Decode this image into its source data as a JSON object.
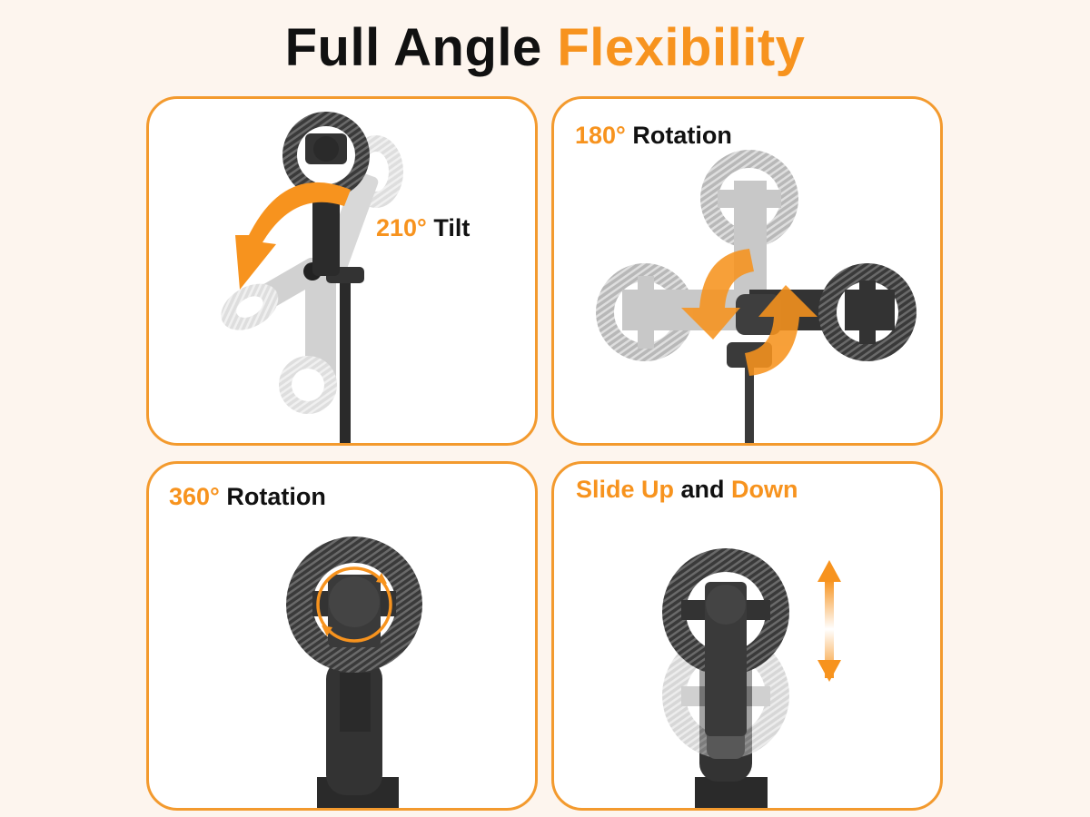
{
  "title": {
    "part1": "Full Angle ",
    "part2": "Flexibility"
  },
  "colors": {
    "accent": "#f7931e",
    "border": "#f39a2e",
    "background": "#fdf5ee",
    "text": "#111111"
  },
  "panels": [
    {
      "id": "tilt",
      "label_accent": "210°",
      "label_text": " Tilt",
      "icon": "curved-arrow-icon"
    },
    {
      "id": "rotation-180",
      "label_accent": "180°",
      "label_text": " Rotation",
      "icon": "rotate-arrows-icon"
    },
    {
      "id": "rotation-360",
      "label_accent": "360°",
      "label_text": " Rotation",
      "icon": "circular-arrow-icon"
    },
    {
      "id": "slide",
      "label_part1": "Slide Up",
      "label_part2": " and ",
      "label_part3": "Down",
      "icon": "vertical-double-arrow-icon"
    }
  ]
}
